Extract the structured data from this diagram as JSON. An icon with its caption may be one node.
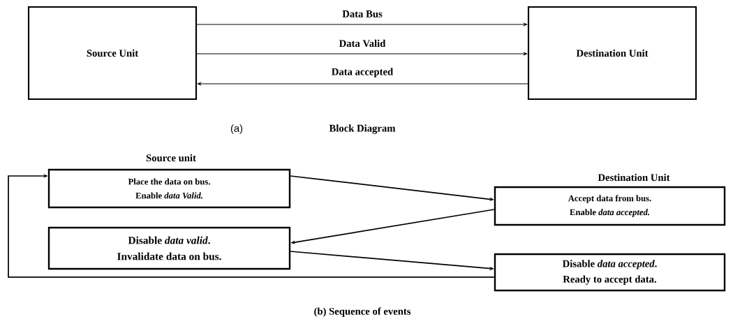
{
  "diagram": {
    "nodes": [
      {
        "text": [
          "Source Unit"
        ]
      },
      {
        "text": [
          "Destination Unit"
        ]
      },
      {
        "text": [
          "Place the data on bus.",
          "Enable *data Valid.*"
        ]
      },
      {
        "text": [
          "Accept data from bus.",
          "Enable *data accepted.*"
        ]
      },
      {
        "text": [
          "Disable *data valid*.",
          "Invalidate data on bus."
        ]
      },
      {
        "text": [
          "Disable *data accepted*.",
          "Ready to accept data."
        ]
      }
    ],
    "edges": [
      {
        "from": 0,
        "to": 1,
        "arrow": "to",
        "label": "Data Bus"
      },
      {
        "from": 0,
        "to": 1,
        "arrow": "to",
        "label": "Data Valid"
      },
      {
        "from": 1,
        "to": 0,
        "arrow": "to",
        "label": "Data accepted"
      },
      {
        "from": 2,
        "to": 3,
        "arrow": "to"
      },
      {
        "from": 3,
        "to": 4,
        "arrow": "to"
      },
      {
        "from": 4,
        "to": 5,
        "arrow": "to"
      },
      {
        "from": 5,
        "to": 2,
        "arrow": "to"
      }
    ],
    "labels": [
      "(a)",
      "Block Diagram",
      "Source unit",
      "Destination Unit",
      "(b) Sequence of events"
    ]
  }
}
